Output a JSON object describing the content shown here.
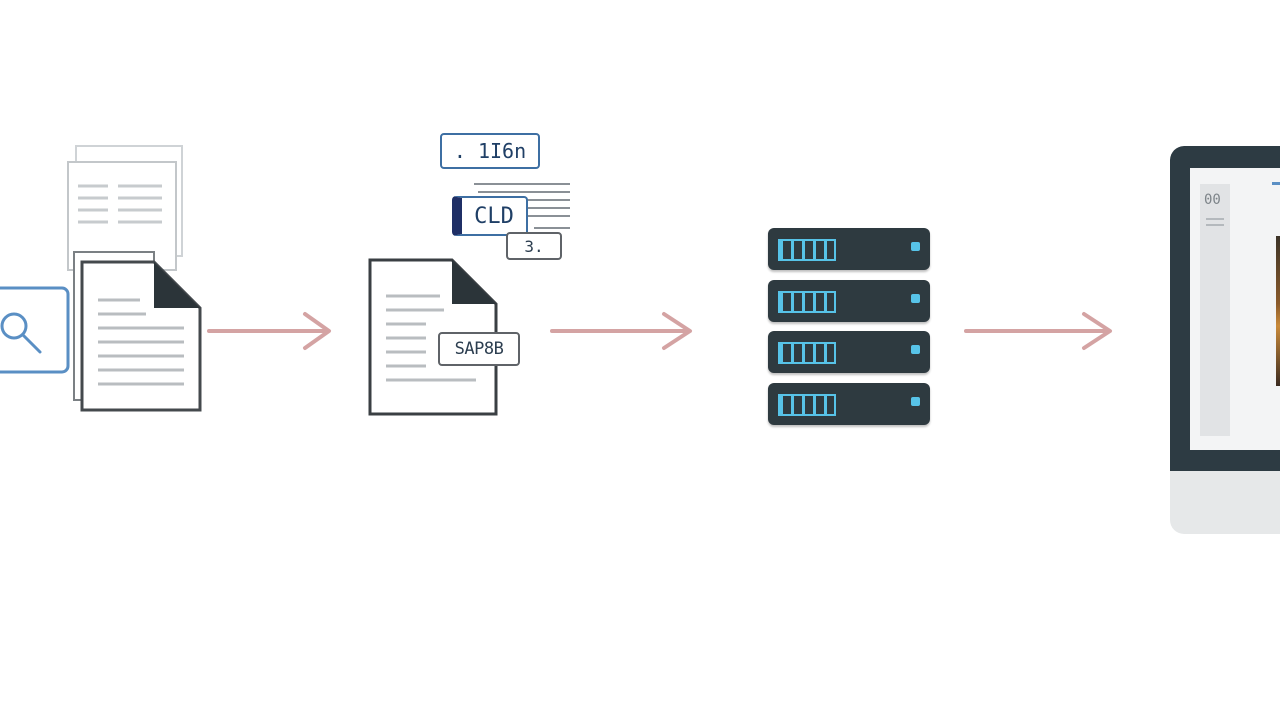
{
  "diagram": {
    "step1": {
      "description_icon": "document-stack-icon",
      "search_icon": "search-icon"
    },
    "step2": {
      "tag_labels": [
        ". 1I6n",
        "CLD",
        "3.",
        "SAP8B"
      ]
    },
    "step3": {
      "server_icon": "server-rack-icon",
      "units": 4
    },
    "step4": {
      "monitor_icon": "monitor-icon",
      "sidebar_text": "00"
    },
    "colors": {
      "arrow": "#d4a3a3",
      "server_body": "#2e3a40",
      "server_accent": "#57c3e8",
      "monitor_bezel": "#2d3b43",
      "search_blue": "#5a8fc4"
    }
  }
}
